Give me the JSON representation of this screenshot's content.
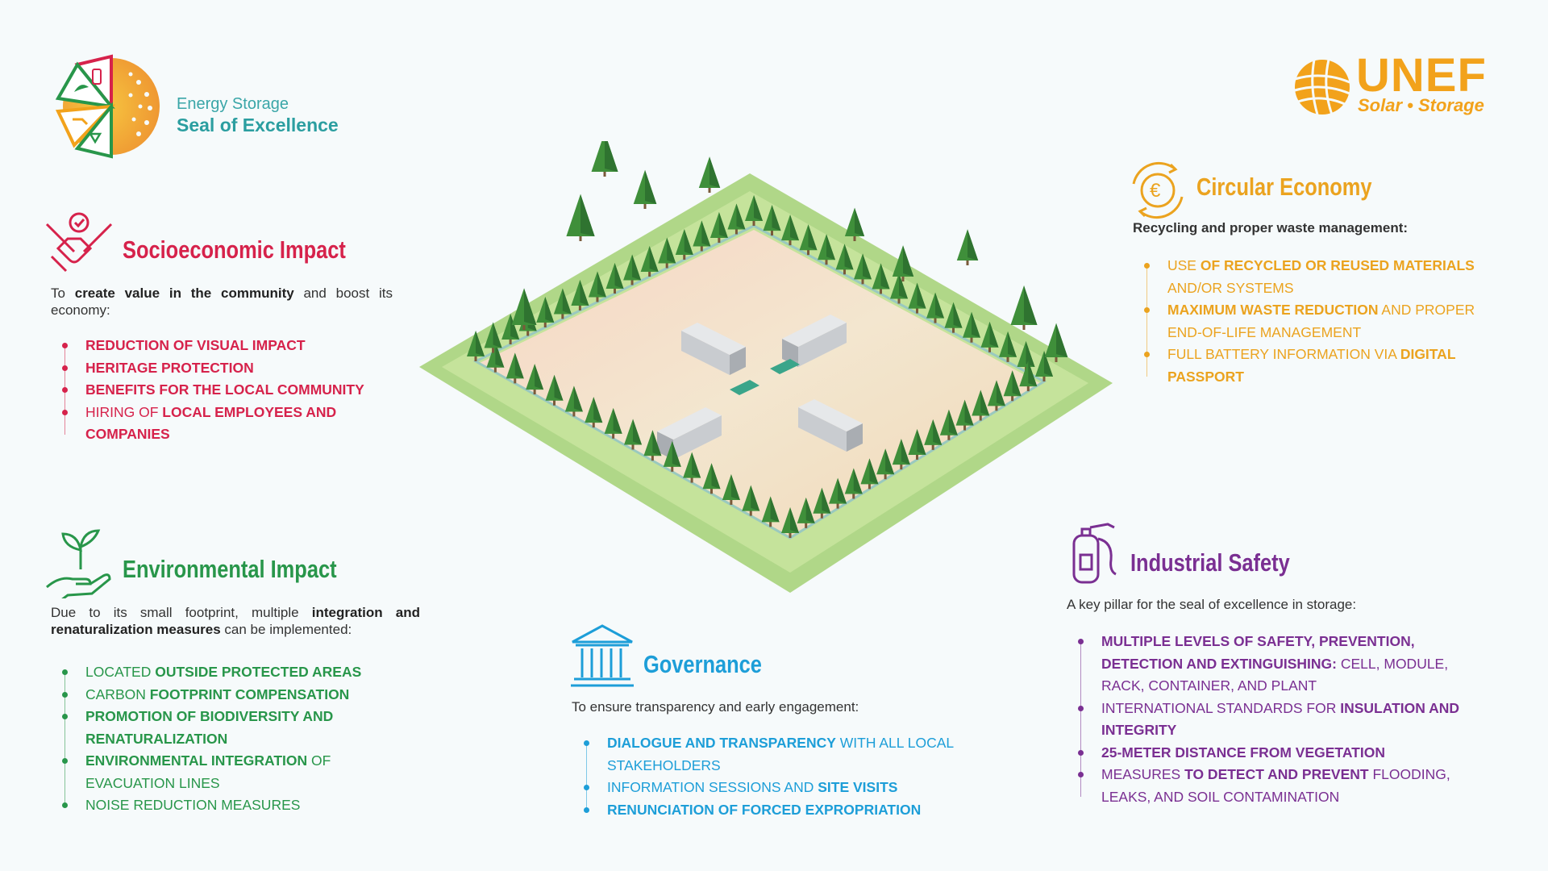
{
  "brand": {
    "seal_line1": "Energy Storage",
    "seal_line2": "Seal of Excellence",
    "unef_name": "UNEF",
    "unef_sub": "Solar • Storage"
  },
  "colors": {
    "socioeconomic": "#d6224b",
    "environmental": "#28964a",
    "governance": "#1d9ed8",
    "circular": "#eba31f",
    "safety": "#7a2f92"
  },
  "socioeconomic": {
    "icon": "handshake-icon",
    "title": "Socioeconomic Impact",
    "intro_pre": "To ",
    "intro_bold": "create value in the community",
    "intro_post": " and boost its economy:",
    "items": [
      {
        "pre": "",
        "bold": "REDUCTION OF VISUAL IMPACT",
        "post": ""
      },
      {
        "pre": "",
        "bold": "HERITAGE PROTECTION",
        "post": ""
      },
      {
        "pre": "",
        "bold": "BENEFITS FOR THE LOCAL COMMUNITY",
        "post": ""
      },
      {
        "pre": "HIRING OF ",
        "bold": "LOCAL EMPLOYEES AND COMPANIES",
        "post": ""
      }
    ]
  },
  "environmental": {
    "icon": "plant-in-hand-icon",
    "title": "Environmental Impact",
    "intro_pre": "Due to its small footprint, multiple ",
    "intro_bold": "integration and renaturalization measures",
    "intro_post": " can be implemented:",
    "items": [
      {
        "pre": "LOCATED ",
        "bold": "OUTSIDE PROTECTED AREAS",
        "post": ""
      },
      {
        "pre": "CARBON ",
        "bold": "FOOTPRINT COMPENSATION",
        "post": ""
      },
      {
        "pre": "",
        "bold": "PROMOTION OF BIODIVERSITY AND RENATURALIZATION",
        "post": ""
      },
      {
        "pre": "",
        "bold": "ENVIRONMENTAL INTEGRATION",
        "post": " OF EVACUATION LINES"
      },
      {
        "pre": "NOISE REDUCTION MEASURES",
        "bold": "",
        "post": ""
      }
    ]
  },
  "governance": {
    "icon": "institution-building-icon",
    "title": "Governance",
    "intro": "To ensure transparency and early engagement:",
    "items": [
      {
        "pre": "",
        "bold": "DIALOGUE AND TRANSPARENCY",
        "post": " WITH ALL LOCAL STAKEHOLDERS"
      },
      {
        "pre": "INFORMATION SESSIONS AND ",
        "bold": "SITE VISITS",
        "post": ""
      },
      {
        "pre": "",
        "bold": "RENUNCIATION OF FORCED EXPROPRIATION",
        "post": ""
      }
    ]
  },
  "circular": {
    "icon": "euro-recycle-icon",
    "title": "Circular Economy",
    "intro": "Recycling and proper waste management:",
    "items": [
      {
        "pre": "USE ",
        "bold": "OF RECYCLED OR REUSED MATERIALS",
        "post": " AND/OR SYSTEMS"
      },
      {
        "pre": "",
        "bold": "MAXIMUM WASTE REDUCTION",
        "post": " AND PROPER END-OF-LIFE MANAGEMENT"
      },
      {
        "pre": "FULL BATTERY INFORMATION VIA ",
        "bold": "DIGITAL PASSPORT",
        "post": ""
      }
    ]
  },
  "safety": {
    "icon": "fire-extinguisher-icon",
    "title": "Industrial Safety",
    "intro": "A key pillar for the seal of excellence in storage:",
    "items": [
      {
        "pre": "",
        "bold": "MULTIPLE LEVELS OF SAFETY, PREVENTION, DETECTION AND EXTINGUISHING:",
        "post": " CELL, MODULE, RACK, CONTAINER, AND PLANT"
      },
      {
        "pre": "INTERNATIONAL STANDARDS FOR ",
        "bold": "INSULATION AND INTEGRITY",
        "post": ""
      },
      {
        "pre": "",
        "bold": "25-METER DISTANCE FROM VEGETATION",
        "post": ""
      },
      {
        "pre": "MEASURES ",
        "bold": "TO DETECT AND PREVENT",
        "post": " FLOODING, LEAKS, AND SOIL CONTAMINATION"
      }
    ]
  },
  "illustration": {
    "icon": "battery-storage-site-illustration",
    "containers": 4,
    "trees": "perimeter"
  }
}
